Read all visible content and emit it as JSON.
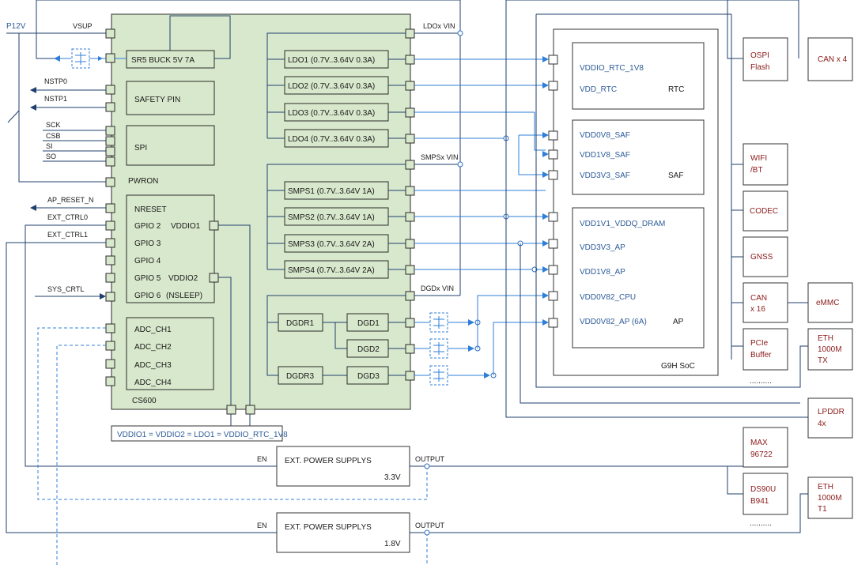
{
  "pmic": {
    "name": "CS600",
    "supply": "P12V",
    "vsup": "VSUP",
    "ldox_vin": "LDOx VIN",
    "smpsx_vin": "SMPSx VIN",
    "dgdx_vin": "DGDx VIN",
    "sr5": "SR5 BUCK 5V 7A",
    "safety_pin": "SAFETY PIN",
    "spi": "SPI",
    "pwron": "PWRON",
    "nstp0": "NSTP0",
    "nstp1": "NSTP1",
    "spi_pins": [
      "SCK",
      "CSB",
      "SI",
      "SO"
    ],
    "ap_reset": "AP_RESET_N",
    "ext_ctrl0": "EXT_CTRL0",
    "ext_ctrl1": "EXT_CTRL1",
    "sys_crtl": "SYS_CRTL",
    "ldos": [
      "LDO1 (0.7V..3.64V 0.3A)",
      "LDO2 (0.7V..3.64V 0.3A)",
      "LDO3 (0.7V..3.64V 0.3A)",
      "LDO4 (0.7V..3.64V 0.3A)"
    ],
    "smps": [
      "SMPS1 (0.7V..3.64V 1A)",
      "SMPS2 (0.7V..3.64V 1A)",
      "SMPS3 (0.7V..3.64V 2A)",
      "SMPS4 (0.7V..3.64V 2A)"
    ],
    "gpio": {
      "nreset": "NRESET",
      "gpio2": "GPIO 2",
      "gpio3": "GPIO 3",
      "gpio4": "GPIO 4",
      "gpio5": "GPIO 5",
      "gpio6": "GPIO 6",
      "vddio1": "VDDIO1",
      "vddio2": "VDDIO2",
      "nsleep": "(NSLEEP)"
    },
    "adc": [
      "ADC_CH1",
      "ADC_CH2",
      "ADC_CH3",
      "ADC_CH4"
    ],
    "dgdr": [
      "DGDR1",
      "DGDR3"
    ],
    "dgd": [
      "DGD1",
      "DGD2",
      "DGD3"
    ],
    "note": "VDDIO1 = VDDIO2 = LDO1 = VDDIO_RTC_1V8"
  },
  "soc": {
    "name": "G9H SoC",
    "rtc": {
      "label": "RTC",
      "rails": [
        "VDDIO_RTC_1V8",
        "VDD_RTC"
      ]
    },
    "saf": {
      "label": "SAF",
      "rails": [
        "VDD0V8_SAF",
        "VDD1V8_SAF",
        "VDD3V3_SAF"
      ]
    },
    "ap": {
      "label": "AP",
      "rails": [
        "VDD1V1_VDDQ_DRAM",
        "VDD3V3_AP",
        "VDD1V8_AP",
        "VDD0V82_CPU",
        "VDD0V82_AP  (6A)"
      ]
    }
  },
  "peripherals": {
    "ospi": "OSPI Flash",
    "can4": "CAN x 4",
    "wifi": "WIFI /BT",
    "codec": "CODEC",
    "gnss": "GNSS",
    "can16": "CAN x 16",
    "emmc": "eMMC",
    "pcie": "PCIe Buffer",
    "eth_tx": "ETH 1000M TX",
    "lpddr": "LPDDR 4x",
    "max": "MAX 96722",
    "ds90": "DS90U B941",
    "eth_t1": "ETH 1000M T1",
    "ellipsis": ".........."
  },
  "ext_supplies": [
    {
      "title": "EXT. POWER SUPPLYS",
      "voltage": "3.3V",
      "en": "EN",
      "output": "OUTPUT"
    },
    {
      "title": "EXT. POWER SUPPLYS",
      "voltage": "1.8V",
      "en": "EN",
      "output": "OUTPUT"
    }
  ],
  "colors": {
    "chip_fill": "#d8e8cc",
    "wire": "#1f3f6e",
    "arrow": "#2f7fd8",
    "soc_text": "#2e5c99",
    "peripheral_text": "#8b1a1a"
  }
}
